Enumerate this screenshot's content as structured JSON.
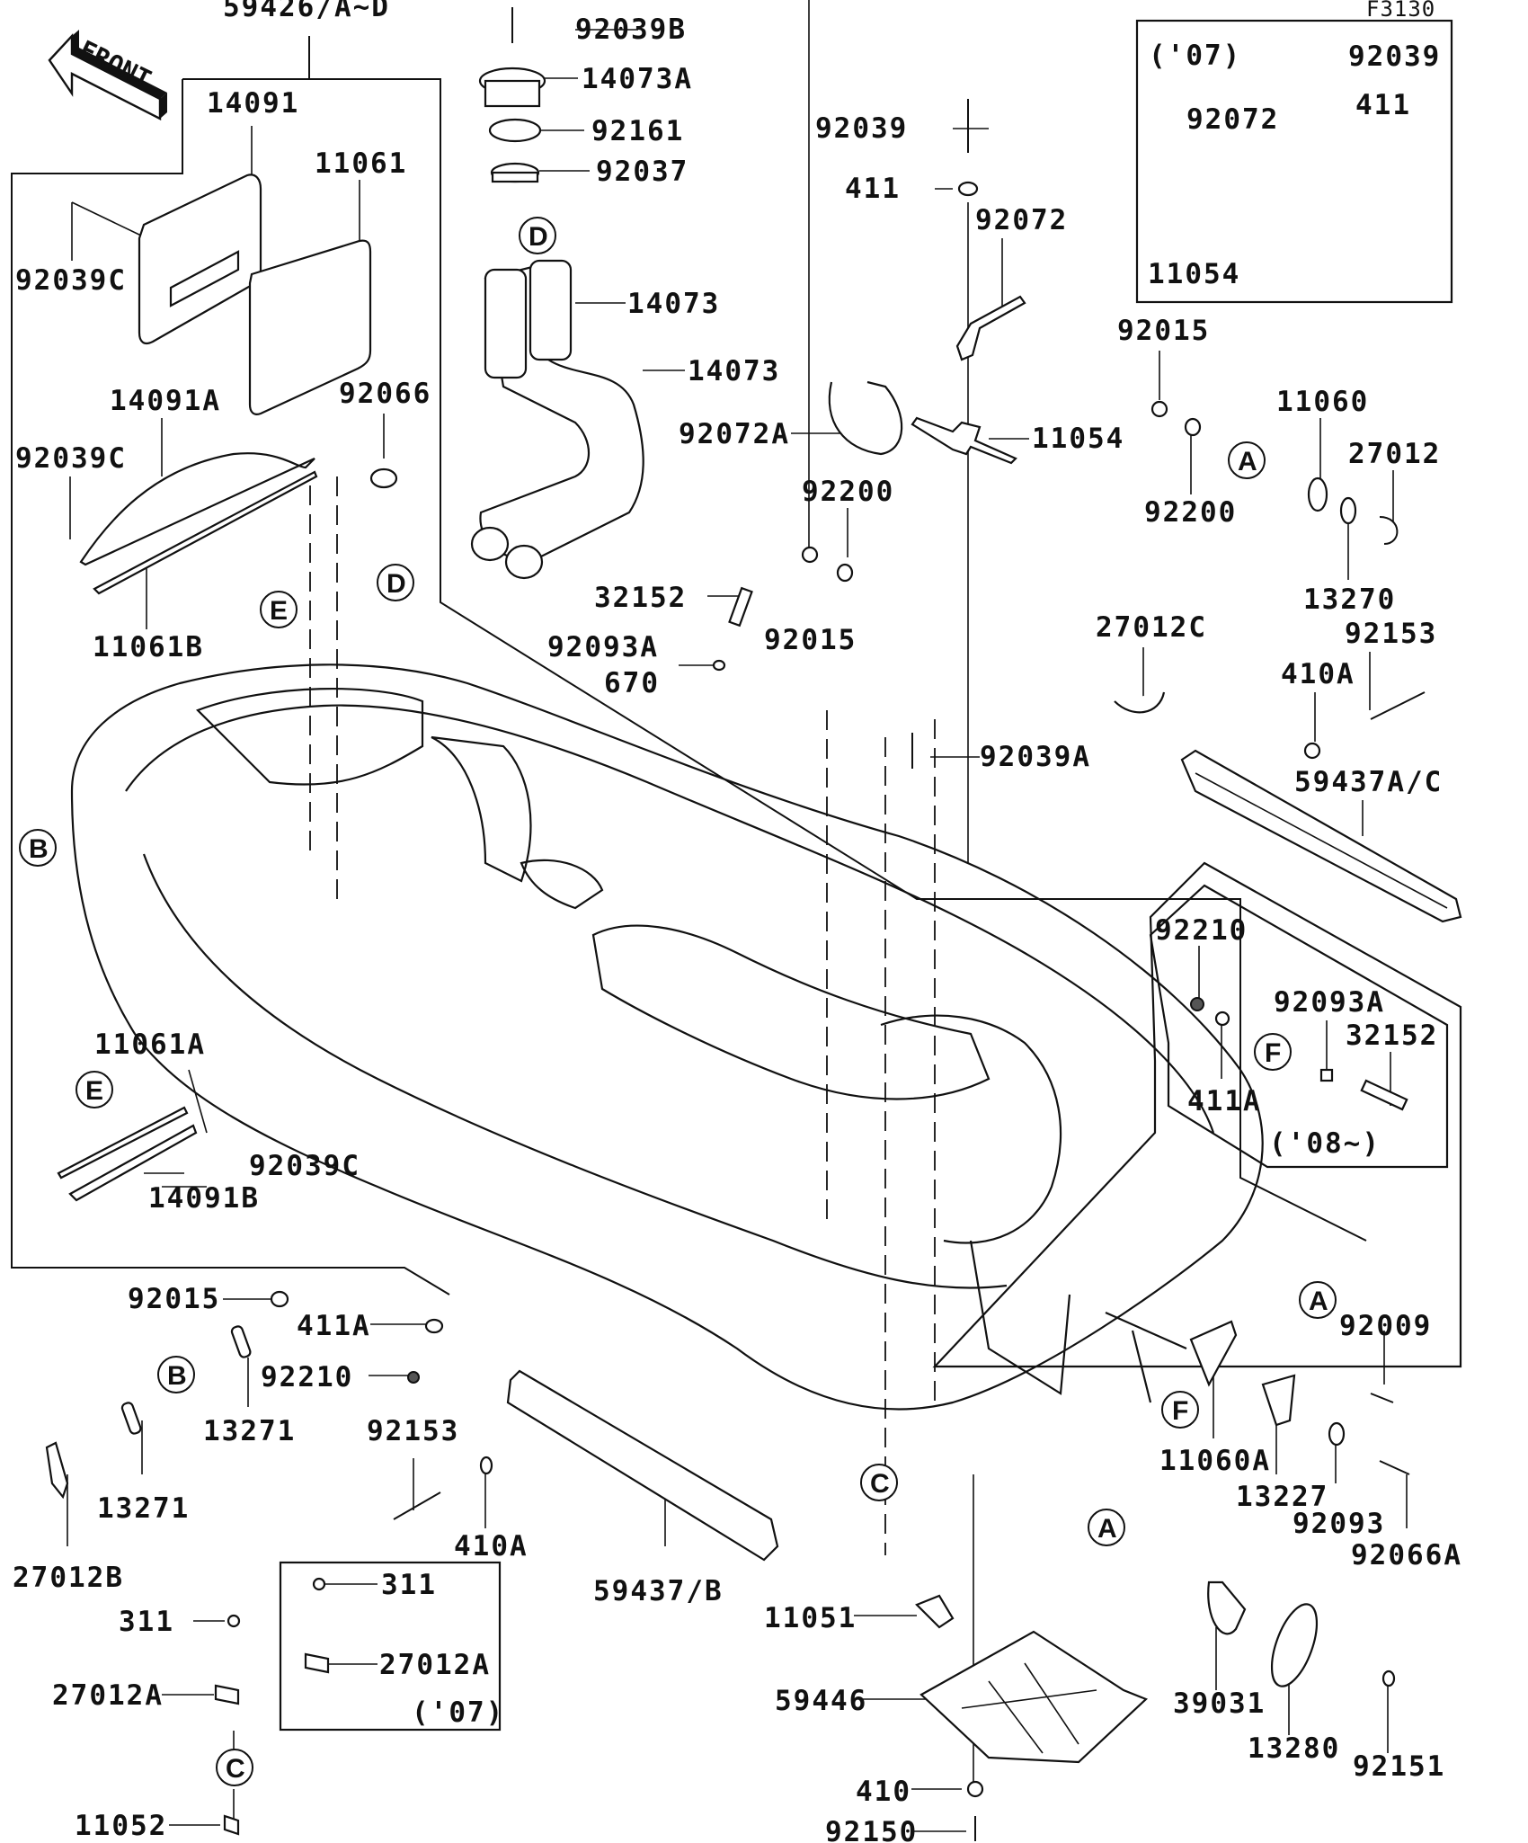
{
  "diagram": {
    "figure_code": "F3130",
    "front_arrow_label": "FRONT",
    "year_notes": {
      "box_top_right": "('07)",
      "box_right_mid": "('08~)",
      "box_bottom_left": "('07)"
    },
    "reference_markers": [
      "A",
      "B",
      "C",
      "D",
      "E",
      "F"
    ],
    "parts": [
      {
        "id": "p1",
        "number": "59426/A~D"
      },
      {
        "id": "p2",
        "number": "14091"
      },
      {
        "id": "p3",
        "number": "11061"
      },
      {
        "id": "p4",
        "number": "92039C"
      },
      {
        "id": "p5",
        "number": "14091A"
      },
      {
        "id": "p6",
        "number": "92066"
      },
      {
        "id": "p7",
        "number": "92039C"
      },
      {
        "id": "p8",
        "number": "11061B"
      },
      {
        "id": "p9",
        "number": "92039B"
      },
      {
        "id": "p10",
        "number": "14073A"
      },
      {
        "id": "p11",
        "number": "92161"
      },
      {
        "id": "p12",
        "number": "92037"
      },
      {
        "id": "p13",
        "number": "14073"
      },
      {
        "id": "p14",
        "number": "14073"
      },
      {
        "id": "p15",
        "number": "92039"
      },
      {
        "id": "p16",
        "number": "411"
      },
      {
        "id": "p17",
        "number": "92072"
      },
      {
        "id": "p18",
        "number": "92072A"
      },
      {
        "id": "p19",
        "number": "11054"
      },
      {
        "id": "p20",
        "number": "92200"
      },
      {
        "id": "p21",
        "number": "32152"
      },
      {
        "id": "p22",
        "number": "92093A"
      },
      {
        "id": "p23",
        "number": "670"
      },
      {
        "id": "p24",
        "number": "92015"
      },
      {
        "id": "p25",
        "number": "92039"
      },
      {
        "id": "p26",
        "number": "411"
      },
      {
        "id": "p27",
        "number": "92072"
      },
      {
        "id": "p28",
        "number": "11054"
      },
      {
        "id": "p29",
        "number": "92015"
      },
      {
        "id": "p30",
        "number": "11060"
      },
      {
        "id": "p31",
        "number": "27012"
      },
      {
        "id": "p32",
        "number": "92200"
      },
      {
        "id": "p33",
        "number": "13270"
      },
      {
        "id": "p34",
        "number": "27012C"
      },
      {
        "id": "p35",
        "number": "92153"
      },
      {
        "id": "p36",
        "number": "410A"
      },
      {
        "id": "p37",
        "number": "92039A"
      },
      {
        "id": "p38",
        "number": "59437A/C"
      },
      {
        "id": "p39",
        "number": "92210"
      },
      {
        "id": "p40",
        "number": "92093A"
      },
      {
        "id": "p41",
        "number": "32152"
      },
      {
        "id": "p42",
        "number": "411A"
      },
      {
        "id": "p43",
        "number": "11061A"
      },
      {
        "id": "p44",
        "number": "92039C"
      },
      {
        "id": "p45",
        "number": "14091B"
      },
      {
        "id": "p46",
        "number": "92015"
      },
      {
        "id": "p47",
        "number": "411A"
      },
      {
        "id": "p48",
        "number": "92210"
      },
      {
        "id": "p49",
        "number": "13271"
      },
      {
        "id": "p50",
        "number": "13271"
      },
      {
        "id": "p51",
        "number": "27012B"
      },
      {
        "id": "p52",
        "number": "92153"
      },
      {
        "id": "p53",
        "number": "410A"
      },
      {
        "id": "p54",
        "number": "59437/B"
      },
      {
        "id": "p55",
        "number": "311"
      },
      {
        "id": "p56",
        "number": "27012A"
      },
      {
        "id": "p57",
        "number": "311"
      },
      {
        "id": "p58",
        "number": "27012A"
      },
      {
        "id": "p59",
        "number": "11052"
      },
      {
        "id": "p60",
        "number": "92009"
      },
      {
        "id": "p61",
        "number": "11060A"
      },
      {
        "id": "p62",
        "number": "13227"
      },
      {
        "id": "p63",
        "number": "92093"
      },
      {
        "id": "p64",
        "number": "92066A"
      },
      {
        "id": "p65",
        "number": "11051"
      },
      {
        "id": "p66",
        "number": "59446"
      },
      {
        "id": "p67",
        "number": "39031"
      },
      {
        "id": "p68",
        "number": "13280"
      },
      {
        "id": "p69",
        "number": "92151"
      },
      {
        "id": "p70",
        "number": "410"
      },
      {
        "id": "p71",
        "number": "92150"
      }
    ]
  }
}
